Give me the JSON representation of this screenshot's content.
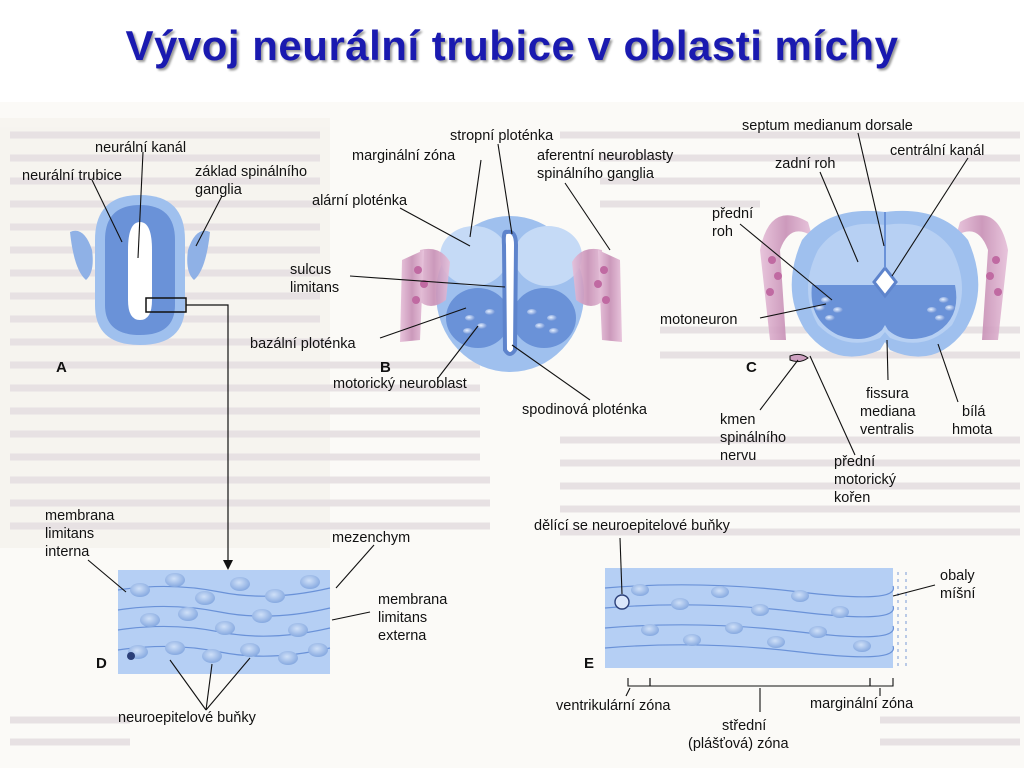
{
  "slide": {
    "title": "Vývoj neurální trubice v oblasti míchy"
  },
  "panels": {
    "A": {
      "letter": "A",
      "labels": {
        "neural_canal": "neurální kanál",
        "neural_tube": "neurální trubice",
        "ganglion_basis_1": "základ spinálního",
        "ganglion_basis_2": "ganglia"
      }
    },
    "B": {
      "letter": "B",
      "labels": {
        "roof_plate": "stropní ploténka",
        "marginal_zone": "marginální zóna",
        "afferent_1": "aferentní neuroblasty",
        "afferent_2": "spinálního ganglia",
        "alar_plate": "alární ploténka",
        "sulcus_1": "sulcus",
        "sulcus_2": "limitans",
        "basal_plate": "bazální ploténka",
        "motor_neuroblast": "motorický neuroblast",
        "floor_plate": "spodinová ploténka"
      }
    },
    "C": {
      "letter": "C",
      "labels": {
        "septum": "septum medianum dorsale",
        "dorsal_horn": "zadní roh",
        "central_canal": "centrální kanál",
        "ventral_horn_1": "přední",
        "ventral_horn_2": "roh",
        "motoneuron": "motoneuron",
        "nerve_trunk_1": "kmen",
        "nerve_trunk_2": "spinálního",
        "nerve_trunk_3": "nervu",
        "fissura_1": "fissura",
        "fissura_2": "mediana",
        "fissura_3": "ventralis",
        "white_matter_1": "bílá",
        "white_matter_2": "hmota",
        "ventral_root_1": "přední",
        "ventral_root_2": "motorický",
        "ventral_root_3": "kořen"
      }
    },
    "D": {
      "letter": "D",
      "labels": {
        "mli_1": "membrana",
        "mli_2": "limitans",
        "mli_3": "interna",
        "mesenchyme": "mezenchym",
        "mle_1": "membrana",
        "mle_2": "limitans",
        "mle_3": "externa",
        "neuroepithelial": "neuroepitelové buňky"
      }
    },
    "E": {
      "letter": "E",
      "labels": {
        "dividing_cells": "dělící se neuroepitelové buňky",
        "meninges_1": "obaly",
        "meninges_2": "míšní",
        "ventricular": "ventrikulární zóna",
        "marginal": "marginální zóna",
        "middle_1": "střední",
        "middle_2": "(plášťová) zóna"
      }
    }
  },
  "colors": {
    "title": "#1a1ab0",
    "tissue_light": "#b9d3f2",
    "tissue_dark": "#5f86cf",
    "ganglion_pink": "#d9a6c6",
    "line": "#111111"
  }
}
